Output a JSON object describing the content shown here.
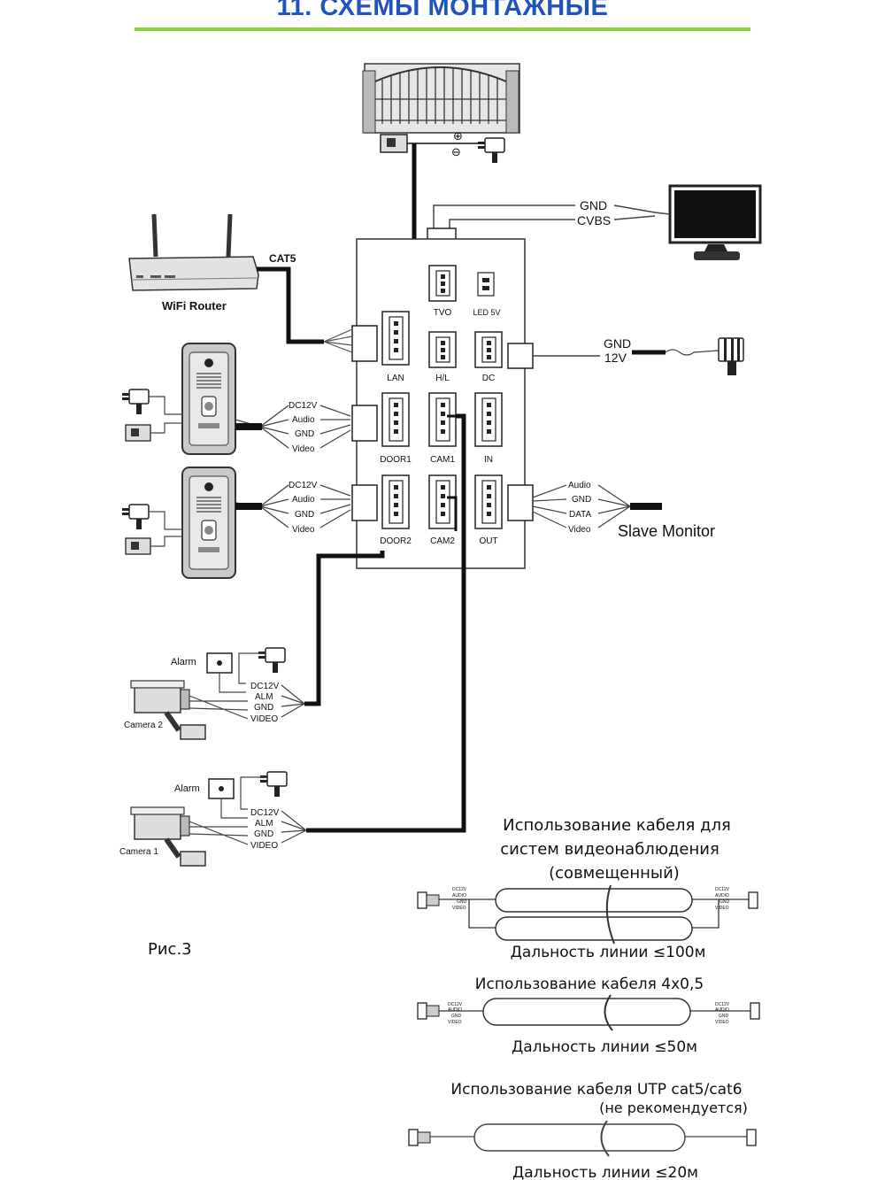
{
  "title": "11. СХЕМЫ МОНТАЖНЫЕ",
  "colors": {
    "title": "#1f53c2",
    "rule": "#8bcf3e",
    "wire": "#111111"
  },
  "monitor_wiring": {
    "gnd": "GND",
    "cvbs": "CVBS"
  },
  "router": {
    "label": "WiFi Router",
    "cable": "CAT5"
  },
  "power": {
    "gnd": "GND",
    "v12": "12V"
  },
  "ports": {
    "tvo": "TVO",
    "led": "LED 5V",
    "lan": "LAN",
    "hl": "H/L",
    "dc": "DC",
    "door1": "DOOR1",
    "cam1": "CAM1",
    "in": "IN",
    "door2": "DOOR2",
    "cam2": "CAM2",
    "out": "OUT"
  },
  "door_wires": [
    "DC12V",
    "Audio",
    "GND",
    "Video"
  ],
  "slave_wires": [
    "Audio",
    "GND",
    "DATA",
    "Video"
  ],
  "slave_monitor": "Slave Monitor",
  "camera2": {
    "alarm": "Alarm",
    "name": "Camera 2",
    "wires": [
      "DC12V",
      "ALM",
      "GND",
      "VIDEO"
    ]
  },
  "camera1": {
    "alarm": "Alarm",
    "name": "Camera 1",
    "wires": [
      "DC12V",
      "ALM",
      "GND",
      "VIDEO"
    ]
  },
  "fig": "Рис.3",
  "cable1": {
    "title1": "Использование кабеля для",
    "title2": "систем видеонаблюдения",
    "title3": "(совмещенный)",
    "range": "Дальность линии ≤100м"
  },
  "cable2": {
    "title": "Использование кабеля 4х0,5",
    "range": "Дальность линии ≤50м"
  },
  "cable3": {
    "title": "Использование кабеля UTP cat5/cat6",
    "note": "(не рекомендуется)",
    "range": "Дальность линии ≤20м"
  },
  "small_wires": [
    "DC12V",
    "AUDIO",
    "GND",
    "VIDEO"
  ]
}
